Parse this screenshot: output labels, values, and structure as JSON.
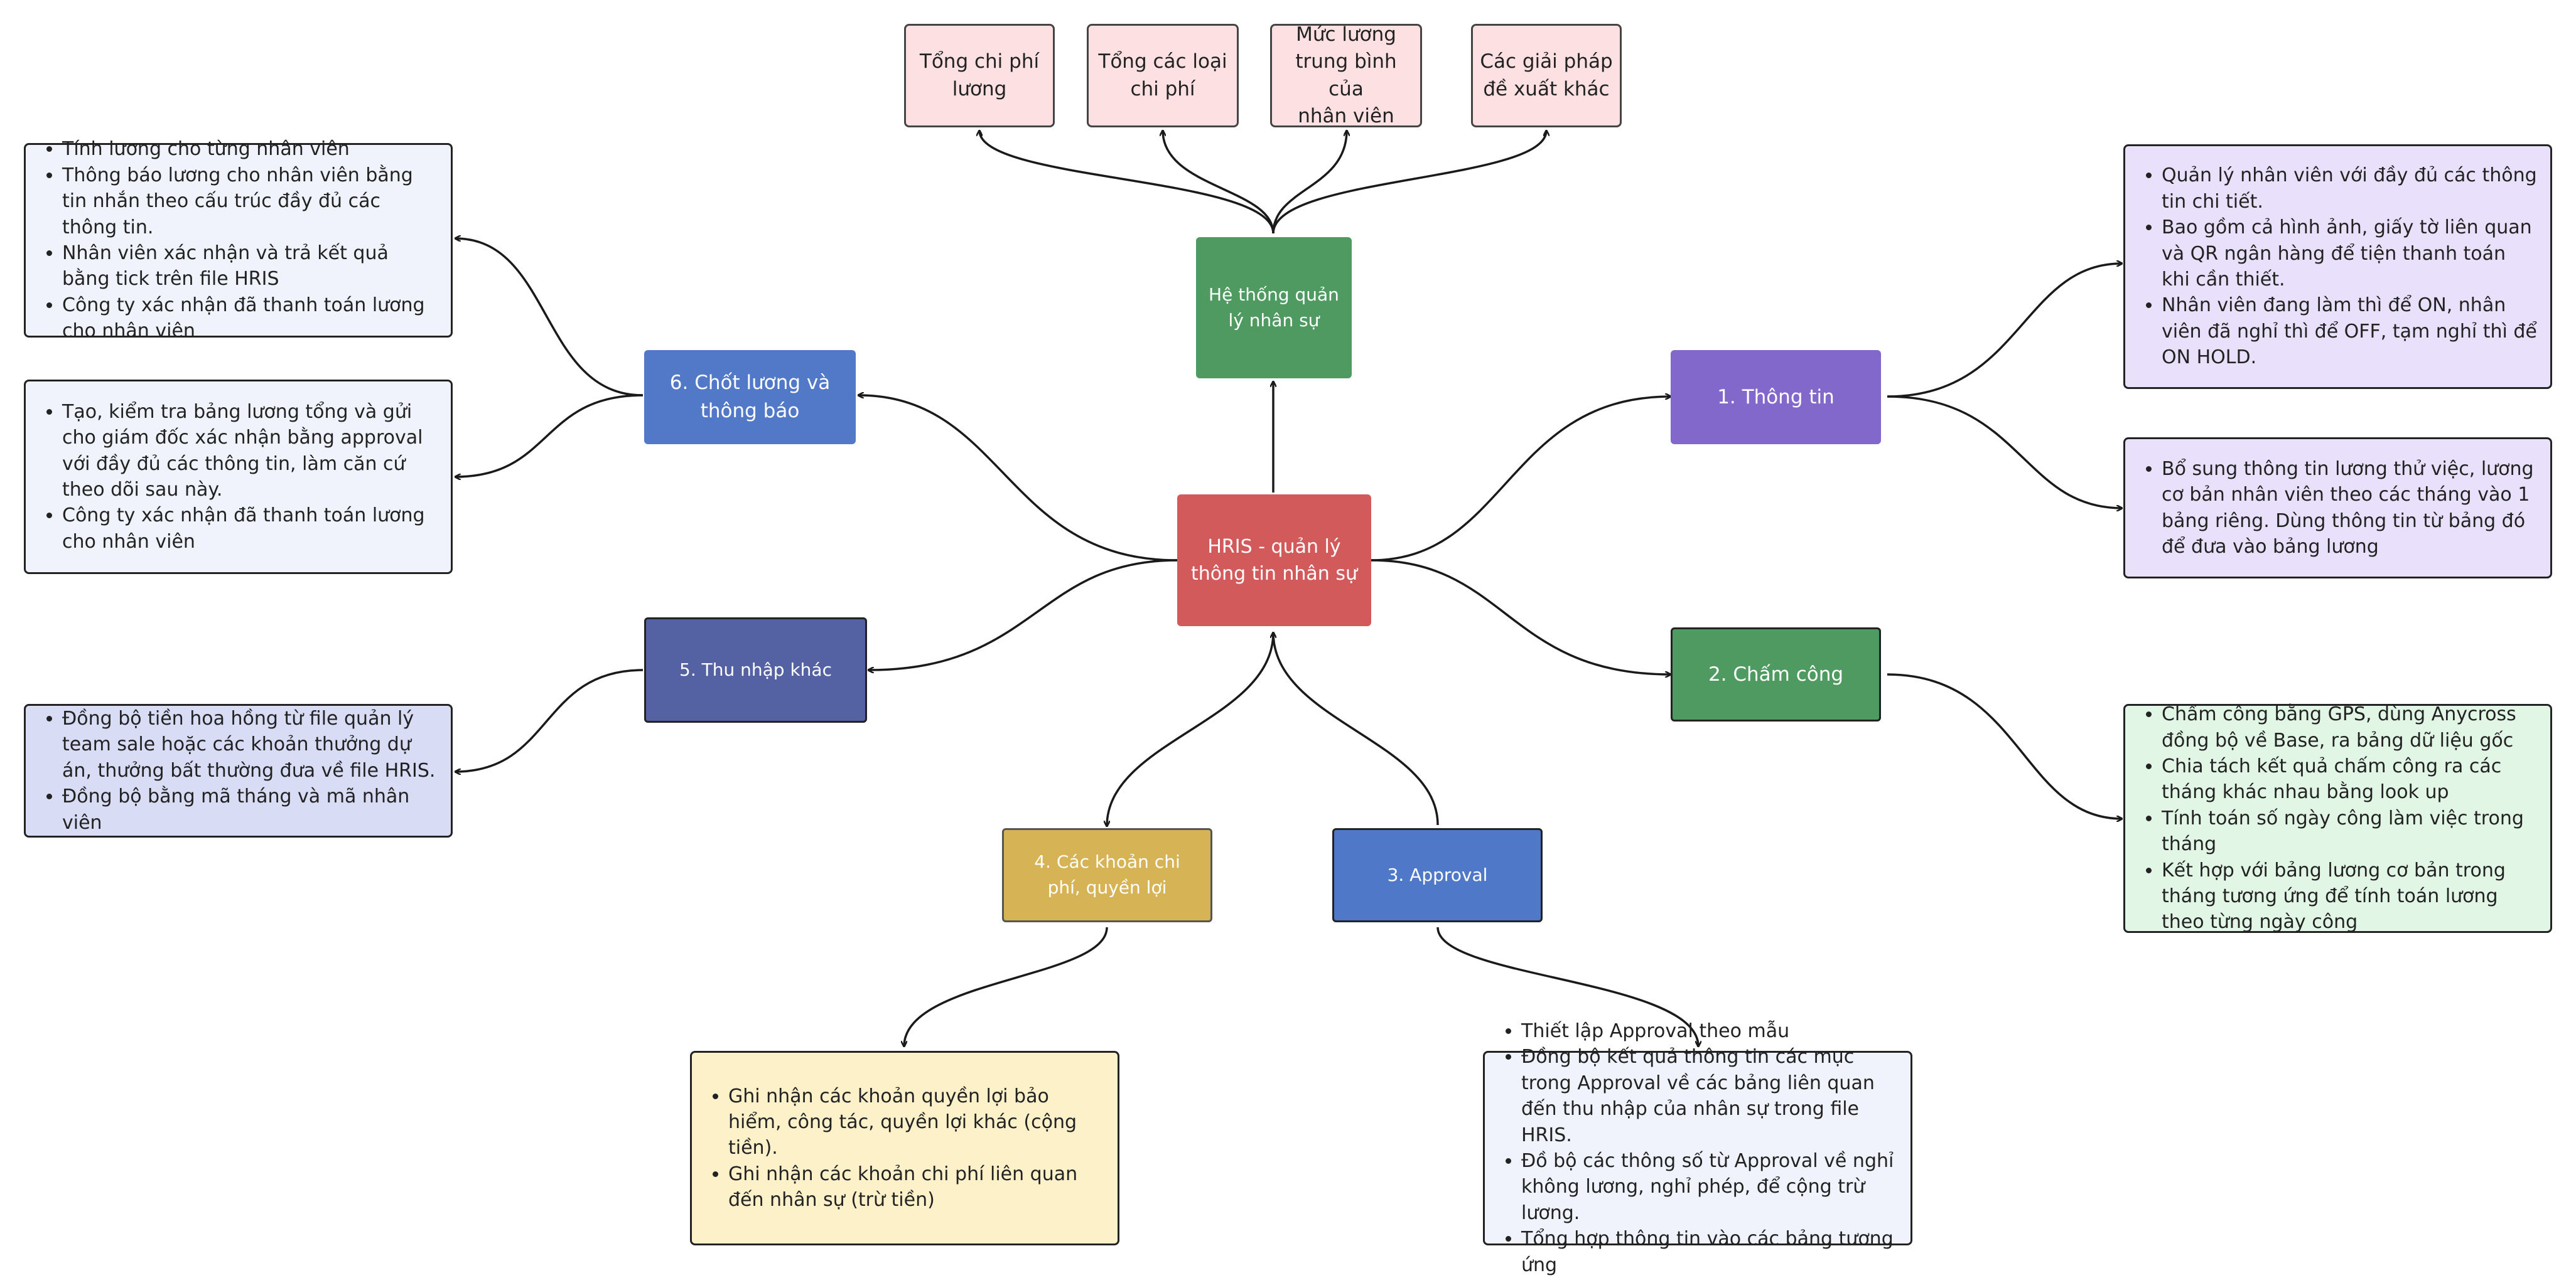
{
  "colors": {
    "center": "#d35a5a",
    "system": "#4e9a60",
    "info": "#8368cc",
    "timekeeping": "#4e9a60",
    "approval": "#4f78c9",
    "costs": "#d6b455",
    "other_income": "#5461a2",
    "payroll_close": "#5179c7",
    "edge": "#1a1a1a"
  },
  "center": {
    "label": "HRIS - quản lý thông tin nhân sự"
  },
  "system": {
    "label": "Hệ thống quản lý nhân sự",
    "outputs": [
      {
        "lines": [
          "Tổng chi phí",
          "lương"
        ]
      },
      {
        "lines": [
          "Tổng các loại",
          "chi phí"
        ]
      },
      {
        "lines": [
          "Mức lương",
          "trung bình của",
          "nhân viên"
        ]
      },
      {
        "lines": [
          "Các giải pháp",
          "đề xuất khác"
        ]
      }
    ]
  },
  "branches": {
    "info": {
      "label": "1. Thông tin",
      "notes": [
        {
          "items": [
            "Quản lý nhân viên với đầy đủ các thông tin chi tiết.",
            " Bao gồm cả hình ảnh, giấy tờ liên quan và QR ngân hàng để tiện thanh toán khi cần thiết.",
            "Nhân viên đang làm thì để ON, nhân viên đã nghỉ thì để OFF, tạm nghỉ thì để ON HOLD."
          ]
        },
        {
          "items": [
            "Bổ sung thông tin lương thử việc, lương cơ bản nhân viên theo các tháng vào 1 bảng riêng. Dùng thông tin từ bảng đó để đưa vào bảng lương"
          ]
        }
      ]
    },
    "timekeeping": {
      "label": "2. Chấm công",
      "notes": [
        {
          "items": [
            "Chấm công bằng GPS, dùng Anycross đồng bộ về Base, ra bảng dữ liệu gốc",
            "Chia tách kết quả chấm công ra các tháng khác nhau bằng look up",
            "Tính toán số ngày công làm việc trong tháng",
            "Kết hợp với bảng lương cơ bản trong tháng tương ứng để tính toán lương theo từng ngày công"
          ]
        }
      ]
    },
    "approval": {
      "label": "3. Approval",
      "notes": [
        {
          "items": [
            "Thiết lập Approval theo mẫu",
            "Đồng bộ kết quả thông tin các mục trong Approval về các bảng liên quan đến thu nhập của nhân sự trong file HRIS.",
            "Đồ bộ các thông số từ Approval về nghỉ không lương, nghỉ phép, để cộng trừ lương.",
            "Tổng hợp thông tin vào các bảng tương ứng"
          ]
        }
      ]
    },
    "costs": {
      "label": "4. Các khoản chi phí, quyền lợi",
      "notes": [
        {
          "items": [
            "Ghi nhận các khoản quyền lợi bảo hiểm, công tác, quyền lợi khác (cộng tiền).",
            "Ghi nhận các khoản chi phí liên quan đến nhân sự (trừ tiền)"
          ]
        }
      ]
    },
    "other_income": {
      "label": "5. Thu nhập khác",
      "notes": [
        {
          "items": [
            "Đồng bộ tiền hoa hồng từ file quản lý team sale hoặc các khoản thưởng dự án, thưởng bất thường đưa về file HRIS.",
            "Đồng bộ bằng mã tháng và mã nhân viên"
          ]
        }
      ]
    },
    "payroll_close": {
      "label": "6. Chốt lương và thông báo",
      "notes": [
        {
          "items": [
            "Tính lương cho từng nhân viên",
            "Thông báo lương cho nhân viên bằng tin nhắn theo cấu trúc đầy đủ các thông tin.",
            "Nhân viên xác nhận và trả kết quả bằng tick trên file HRIS",
            "Công ty xác nhận đã thanh toán lương cho nhân viên"
          ]
        },
        {
          "items": [
            "Tạo, kiểm tra bảng lương tổng và gửi cho giám đốc xác nhận bằng approval với đầy đủ các thông tin, làm căn cứ theo dõi sau này.",
            "Công ty xác nhận đã thanh toán lương cho nhân viên"
          ]
        }
      ]
    }
  }
}
